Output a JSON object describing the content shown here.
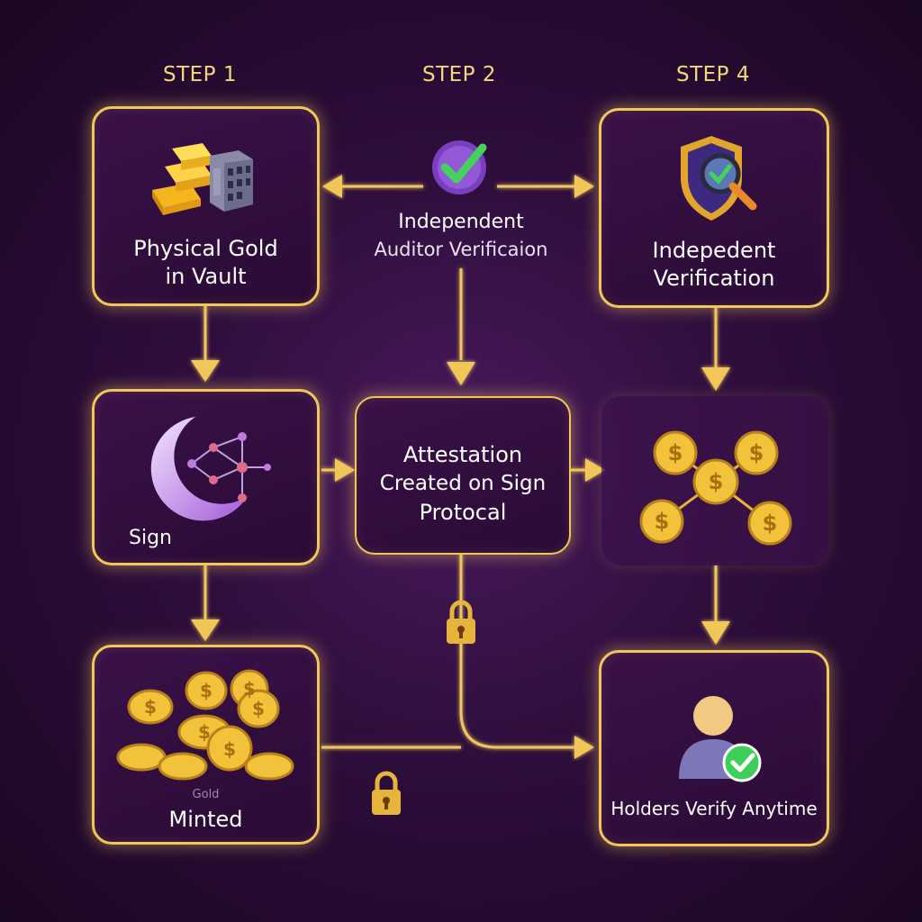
{
  "steps": {
    "step1": "STEP 1",
    "step2": "STEP 2",
    "step4": "STEP 4"
  },
  "nodes": {
    "vault": {
      "line1": "Physical Gold",
      "line2": "in Vault"
    },
    "auditor": {
      "line1": "Independent",
      "line2": "Auditor Verificaion"
    },
    "verification": {
      "line1": "Indepedent",
      "line2": "Verification"
    },
    "sign": {
      "label": "Sign"
    },
    "attestation": {
      "line1": "Attestation",
      "line2": "Created on Sign",
      "line3": "Protocal"
    },
    "network": {
      "label": ""
    },
    "minted": {
      "small": "Gold",
      "label": "Minted"
    },
    "holders": {
      "label": "Holders Verify Anytime"
    }
  },
  "colors": {
    "gold": "#f1c75a",
    "background": "#2e0e3c",
    "box": "#2a0b36",
    "check_green": "#3ecf5a",
    "purple_accent": "#8a4fd0"
  },
  "icons": [
    "gold-bars-icon",
    "building-icon",
    "checkmark-badge-icon",
    "shield-magnifier-icon",
    "sign-logo-icon",
    "coin-network-icon",
    "coins-pile-icon",
    "padlock-icon",
    "user-check-icon"
  ]
}
